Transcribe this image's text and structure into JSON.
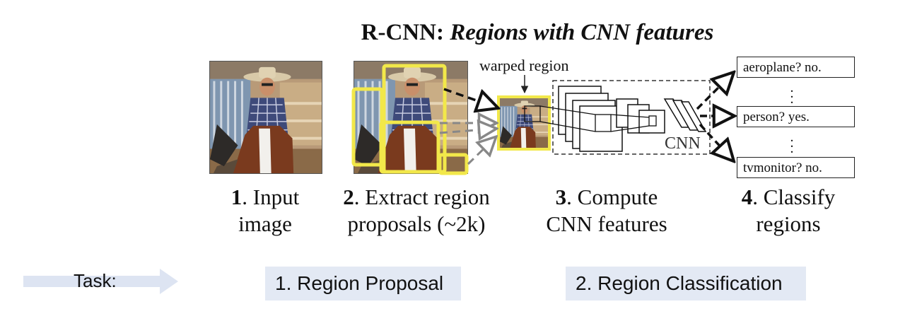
{
  "title": {
    "prefix": "R-CNN:",
    "emphasis": "Regions with CNN features"
  },
  "labels": {
    "warped_region": "warped region",
    "cnn": "CNN"
  },
  "steps": [
    {
      "number": "1",
      "line1": ". Input",
      "line2": "image"
    },
    {
      "number": "2",
      "line1": ". Extract region",
      "line2": "proposals (~2k)"
    },
    {
      "number": "3",
      "line1": ". Compute",
      "line2": "CNN features"
    },
    {
      "number": "4",
      "line1": ". Classify",
      "line2": "regions"
    }
  ],
  "classes": [
    {
      "name": "aeroplane?",
      "answer": "no."
    },
    {
      "name": "person?",
      "answer": "yes."
    },
    {
      "name": "tvmonitor?",
      "answer": "no."
    }
  ],
  "task": {
    "label": "Task:",
    "stage1": "1. Region Proposal",
    "stage2": "2. Region Classification"
  },
  "colors": {
    "proposal_box": "#f2e84a",
    "task_fill": "#e3e9f4",
    "arrow_fill": "#dde4f2"
  }
}
